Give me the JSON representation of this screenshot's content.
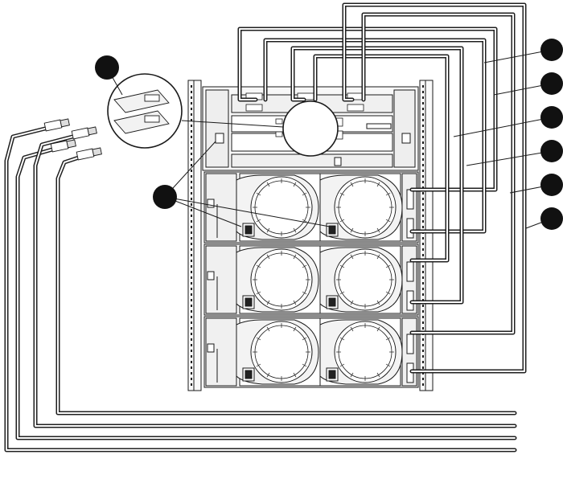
{
  "diagram": {
    "callouts": [
      {
        "id": "callout-1",
        "label": ""
      },
      {
        "id": "callout-2",
        "label": ""
      },
      {
        "id": "callout-3",
        "label": ""
      },
      {
        "id": "callout-4",
        "label": ""
      },
      {
        "id": "callout-5",
        "label": ""
      },
      {
        "id": "callout-6",
        "label": ""
      },
      {
        "id": "callout-7",
        "label": ""
      },
      {
        "id": "callout-8",
        "label": ""
      }
    ],
    "colors": {
      "line": "#1a1a1a",
      "cable_outer": "#1f1f1f",
      "cable_inner": "#ffffff",
      "rack_fill": "#f4f4f4",
      "callout_fill": "#111111"
    }
  }
}
